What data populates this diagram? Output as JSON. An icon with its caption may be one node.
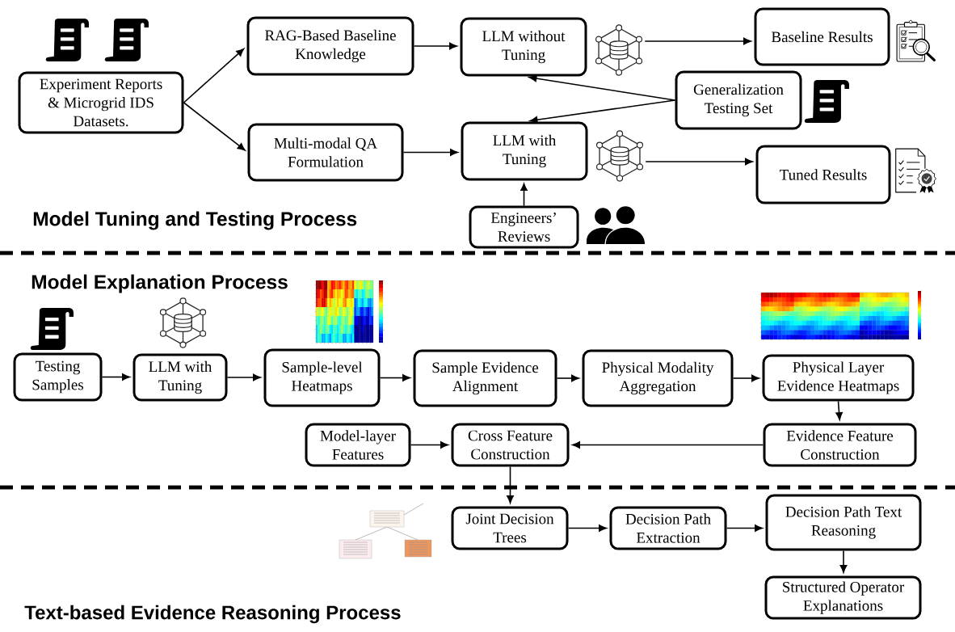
{
  "diagram": {
    "nodes": [
      {
        "text": [
          "Experiment Reports & Microgrid IDS Datasets."
        ]
      },
      {
        "text": [
          "RAG-Based Baseline Knowledge"
        ]
      },
      {
        "text": [
          "LLM without Tuning"
        ]
      },
      {
        "text": [],
        "shape": "picture"
      },
      {
        "text": [
          "Baseline Results"
        ]
      },
      {
        "text": [
          "Generalization Testing Set"
        ]
      },
      {
        "text": [
          "Multi-modal QA Formulation"
        ]
      },
      {
        "text": [
          "LLM with Tuning"
        ]
      },
      {
        "text": [],
        "shape": "picture"
      },
      {
        "text": [
          "Tuned Results"
        ]
      },
      {
        "text": [
          "Engineers’ Reviews"
        ]
      },
      {
        "text": [
          "Testing Samples"
        ]
      },
      {
        "text": [
          "LLM with Tuning"
        ]
      },
      {
        "text": [
          "Sample-level Heatmaps"
        ]
      },
      {
        "text": [
          "Sample Evidence Alignment"
        ]
      },
      {
        "text": [
          "Physical Modality Aggregation"
        ]
      },
      {
        "text": [
          "Physical Layer Evidence Heatmaps"
        ]
      },
      {
        "text": [
          "Model-layer Features"
        ]
      },
      {
        "text": [
          "Cross Feature Construction"
        ]
      },
      {
        "text": [
          "Evidence Feature Construction"
        ]
      },
      {
        "text": [
          "Joint Decision Trees"
        ]
      },
      {
        "text": [
          "Decision Path Extraction"
        ]
      },
      {
        "text": [
          "Decision Path Text Reasoning"
        ]
      },
      {
        "text": [
          "Structured Operator Explanations"
        ]
      }
    ],
    "edges": [
      {
        "from": 0,
        "to": 1,
        "arrow": "to"
      },
      {
        "from": 0,
        "to": 6,
        "arrow": "to"
      },
      {
        "from": 1,
        "to": 2,
        "arrow": "to"
      },
      {
        "from": 3,
        "to": 4,
        "arrow": "to"
      },
      {
        "from": 5,
        "to": 2,
        "arrow": "to"
      },
      {
        "from": 5,
        "to": 7,
        "arrow": "to"
      },
      {
        "from": 6,
        "to": 7,
        "arrow": "to"
      },
      {
        "from": 8,
        "to": 9,
        "arrow": "to"
      },
      {
        "from": 10,
        "to": 7,
        "arrow": "to"
      },
      {
        "from": 11,
        "to": 12,
        "arrow": "to"
      },
      {
        "from": 12,
        "to": 13,
        "arrow": "to"
      },
      {
        "from": 13,
        "to": 14,
        "arrow": "to"
      },
      {
        "from": 14,
        "to": 15,
        "arrow": "to"
      },
      {
        "from": 15,
        "to": 16,
        "arrow": "to"
      },
      {
        "from": 16,
        "to": 19,
        "arrow": "to"
      },
      {
        "from": 19,
        "to": 18,
        "arrow": "to"
      },
      {
        "from": 17,
        "to": 18,
        "arrow": "to"
      },
      {
        "from": 18,
        "to": 20,
        "arrow": "to"
      },
      {
        "from": 20,
        "to": 21,
        "arrow": "to"
      },
      {
        "from": 21,
        "to": 22,
        "arrow": "to"
      },
      {
        "from": 22,
        "to": 23,
        "arrow": "to"
      }
    ],
    "labels": [
      "Model Tuning and Testing Process",
      "Model Explanation Process",
      "Text-based Evidence Reasoning Process"
    ]
  }
}
